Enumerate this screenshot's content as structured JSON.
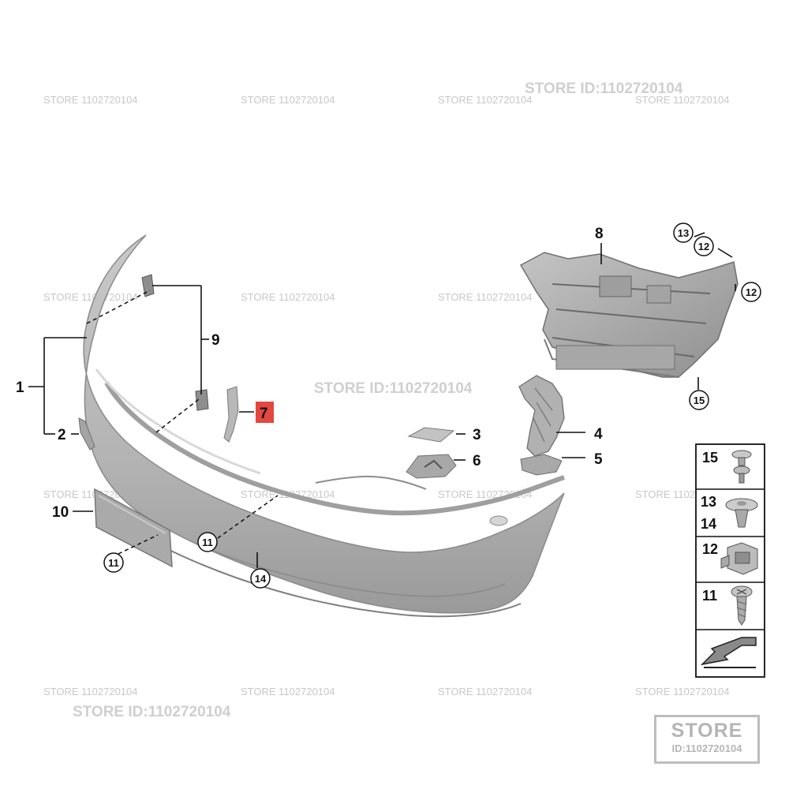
{
  "watermarks": {
    "small": "STORE 1102720104",
    "large": "STORE ID:1102720104"
  },
  "callouts": {
    "p1": "1",
    "p2": "2",
    "p3": "3",
    "p4": "4",
    "p5": "5",
    "p6": "6",
    "p7": "7",
    "p8": "8",
    "p9": "9",
    "p10": "10"
  },
  "circled": {
    "c11a": "11",
    "c11b": "11",
    "c12a": "12",
    "c12b": "12",
    "c13": "13",
    "c14": "14",
    "c15": "15"
  },
  "legend": {
    "r1": "15",
    "r2a": "13",
    "r2b": "14",
    "r3": "12",
    "r4": "11"
  },
  "stamp": {
    "line1": "STORE",
    "line2": "ID:1102720104"
  },
  "colors": {
    "highlight": "#e4473d",
    "part": "#b9b9b9",
    "part_dark": "#8e8e8e"
  }
}
